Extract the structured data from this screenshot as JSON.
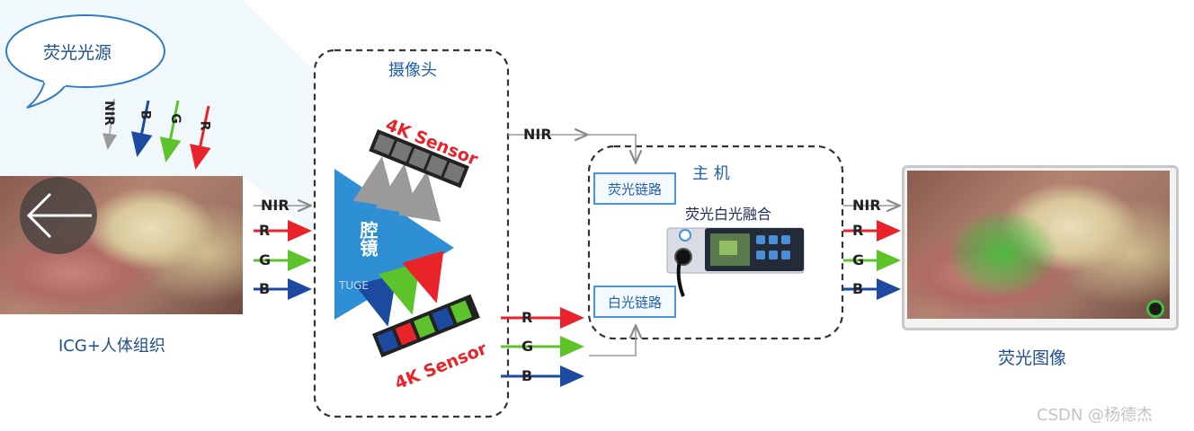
{
  "labels": {
    "light_source": "荧光光源",
    "camera_head": "摄像头",
    "host": "主 机",
    "fusion": "荧光白光融合",
    "fluor_path": "荧光链路",
    "white_path": "白光链路",
    "tissue": "ICG+人体组织",
    "output_image": "荧光图像",
    "endoscope": "腔镜",
    "endoscope_brand": "TUGE",
    "sensor_top": "4K Sensor",
    "sensor_bottom": "4K Sensor",
    "watermark": "CSDN @杨德杰"
  },
  "signals": {
    "nir": "NIR",
    "r": "R",
    "g": "G",
    "b": "B"
  },
  "colors": {
    "red": "#e8232a",
    "green": "#5cc32b",
    "blue": "#1c4aa0",
    "gray": "#9a9a9a",
    "prism": "#2f8fd5",
    "accent_blue": "#1f5fa8"
  }
}
